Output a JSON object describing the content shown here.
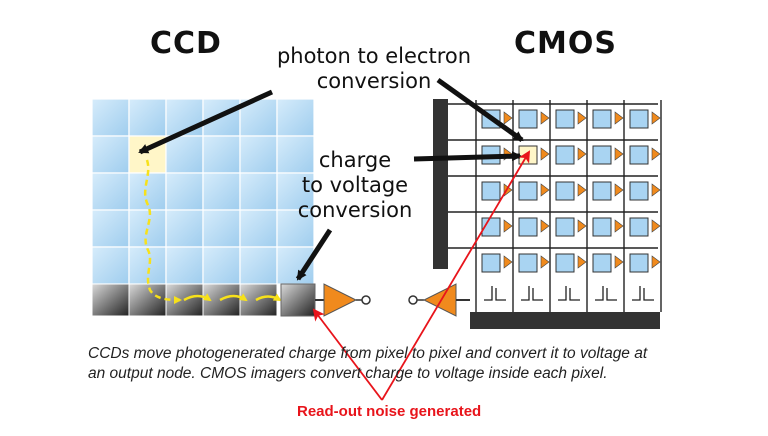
{
  "titles": {
    "ccd": "CCD",
    "cmos": "CMOS"
  },
  "labels": {
    "photon_line1": "photon to electron",
    "photon_line2": "conversion",
    "charge_line1": "charge",
    "charge_line2": "to voltage",
    "charge_line3": "conversion"
  },
  "caption": {
    "line1": "CCDs move photogenerated charge from pixel to pixel and convert it to voltage at",
    "line2": "an output node. CMOS imagers convert charge to voltage inside each pixel."
  },
  "annotation": "Read-out noise generated",
  "colors": {
    "pixel_blue": "#a9d4f2",
    "pixel_highlight": "#fff6c8",
    "amplifier_orange": "#f08a1d",
    "charge_path_yellow": "#f7e11a",
    "noise_red": "#e8141b"
  }
}
